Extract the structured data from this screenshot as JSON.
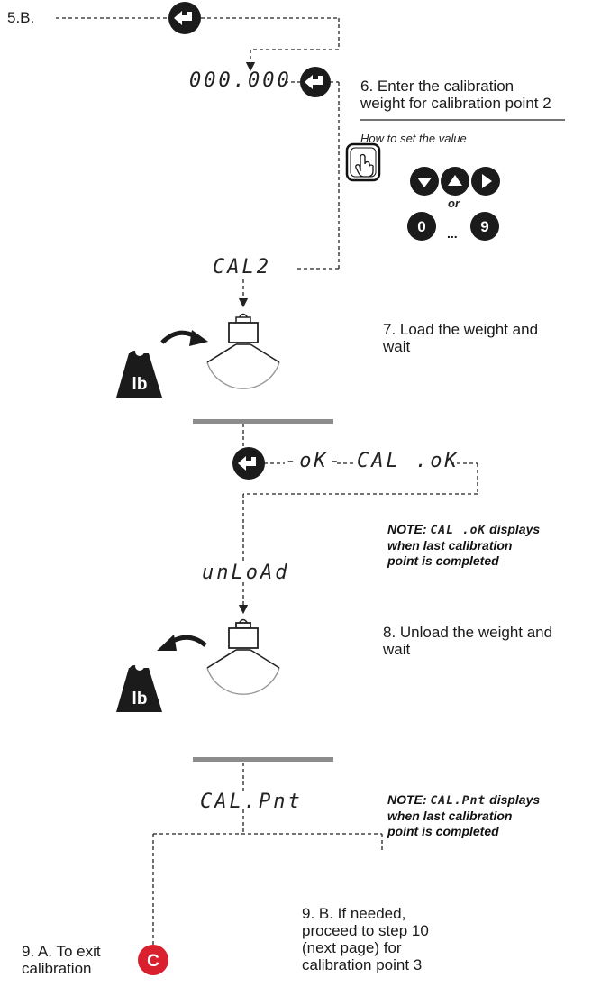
{
  "step_5b_label": "5.B.",
  "display_value": "000.000",
  "step_6_text": "6. Enter the calibration\nweight for calibration point 2",
  "how_to_set": "How to set the value",
  "key_or": "or",
  "key_zero": "0",
  "key_ellipsis": "...",
  "key_nine": "9",
  "display_cal2": "CAL2",
  "weight_label_1": "lb",
  "step_7_text": "7. Load the weight and\nwait",
  "display_ok": "-oK-",
  "display_cal_ok": "CAL .oK",
  "note_1": {
    "prefix": "NOTE:",
    "code": "CAL .oK",
    "line1_suffix": " displays",
    "line2": "when last calibration",
    "line3": "point is completed"
  },
  "display_unload": "unLoAd",
  "step_8_text": "8. Unload the weight and\nwait",
  "weight_label_2": "lb",
  "display_cal_pnt": "CAL.Pnt",
  "note_2": {
    "prefix": "NOTE:",
    "code": "CAL.Pnt",
    "line1_suffix": " displays",
    "line2": "when last calibration",
    "line3": "point is completed"
  },
  "step_9a_text": "9. A. To exit\ncalibration",
  "c_key_label": "C",
  "step_9b_text": "9. B. If needed,\nproceed to step 10\n(next page) for\ncalibration point 3",
  "colors": {
    "key_dark": "#1b1b1b",
    "c_key_red": "#d8202e",
    "bar_grey": "#8c8c8c"
  },
  "icons": [
    "enter-key-icon",
    "hand-press-icon",
    "arrow-down-key-icon",
    "arrow-up-key-icon",
    "arrow-right-key-icon",
    "weight-lb-icon",
    "scale-icon",
    "c-key-icon"
  ]
}
